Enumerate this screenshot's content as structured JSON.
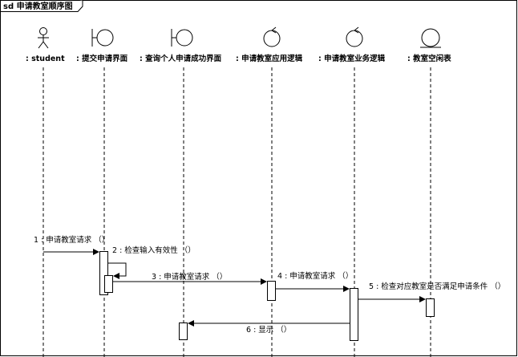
{
  "diagram": {
    "frame_title": "sd  申请教室顺序图",
    "lifelines": [
      {
        "name": ": student",
        "kind": "actor"
      },
      {
        "name": ": 提交申请界面",
        "kind": "boundary"
      },
      {
        "name": ": 查询个人申请成功界面",
        "kind": "boundary"
      },
      {
        "name": ": 申请教室应用逻辑",
        "kind": "control"
      },
      {
        "name": ": 申请教室业务逻辑",
        "kind": "control"
      },
      {
        "name": ": 教室空闲表",
        "kind": "entity"
      }
    ],
    "messages": [
      {
        "label": "1 : 申请教室请求 （）",
        "from": 0,
        "to": 1,
        "kind": "call"
      },
      {
        "label": "2 : 检查输入有效性 （）",
        "from": 1,
        "to": 1,
        "kind": "self"
      },
      {
        "label": "3 : 申请教室请求 （）",
        "from": 1,
        "to": 3,
        "kind": "call"
      },
      {
        "label": "4 : 申请教室请求 （）",
        "from": 3,
        "to": 4,
        "kind": "call"
      },
      {
        "label": "5 : 检查对应教室是否满足申请条件 （）",
        "from": 4,
        "to": 5,
        "kind": "call"
      },
      {
        "label": "6 : 显示 （）",
        "from": 4,
        "to": 2,
        "kind": "call"
      }
    ]
  }
}
